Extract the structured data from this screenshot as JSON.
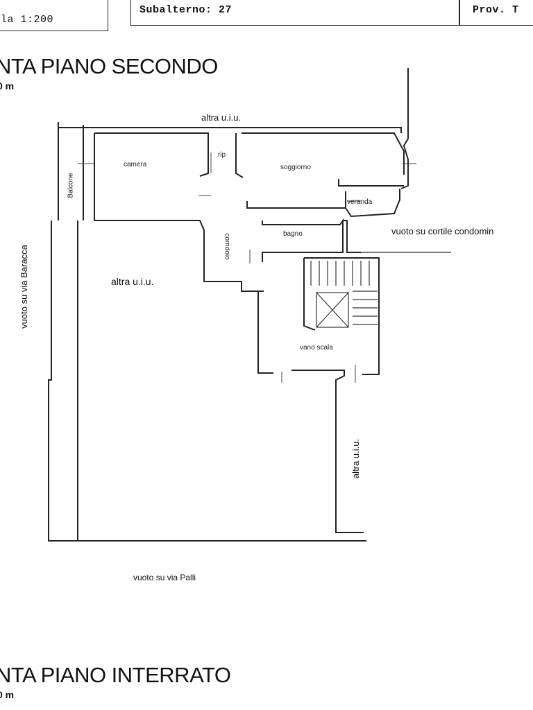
{
  "header": {
    "scale_text": "la 1:200",
    "subalterno_text": "Subalterno: 27",
    "prov_text": "Prov. T"
  },
  "floor_plan_second": {
    "title": "NTA PIANO SECONDO",
    "scale_note": "0 m"
  },
  "rooms": {
    "altra_uiu_top": "altra u.i.u.",
    "camera": "camera",
    "rip": "rip",
    "soggiorno": "soggiorno",
    "balcone": "Balcone",
    "veranda": "veranda",
    "bagno": "bagno",
    "corridoio": "corridoio",
    "altra_uiu_left": "altra u.i.u.",
    "vano_scala": "vano scala",
    "altra_uiu_right": "altra u.i.u."
  },
  "surroundings": {
    "vuoto_cortile": "vuoto su cortile condomin",
    "vuoto_baracca": "vuoto su via Baracca",
    "vuoto_palli": "vuoto su via Palli"
  },
  "floor_plan_basement": {
    "title": "NTA PIANO INTERRATO",
    "scale_note": "0 m"
  }
}
